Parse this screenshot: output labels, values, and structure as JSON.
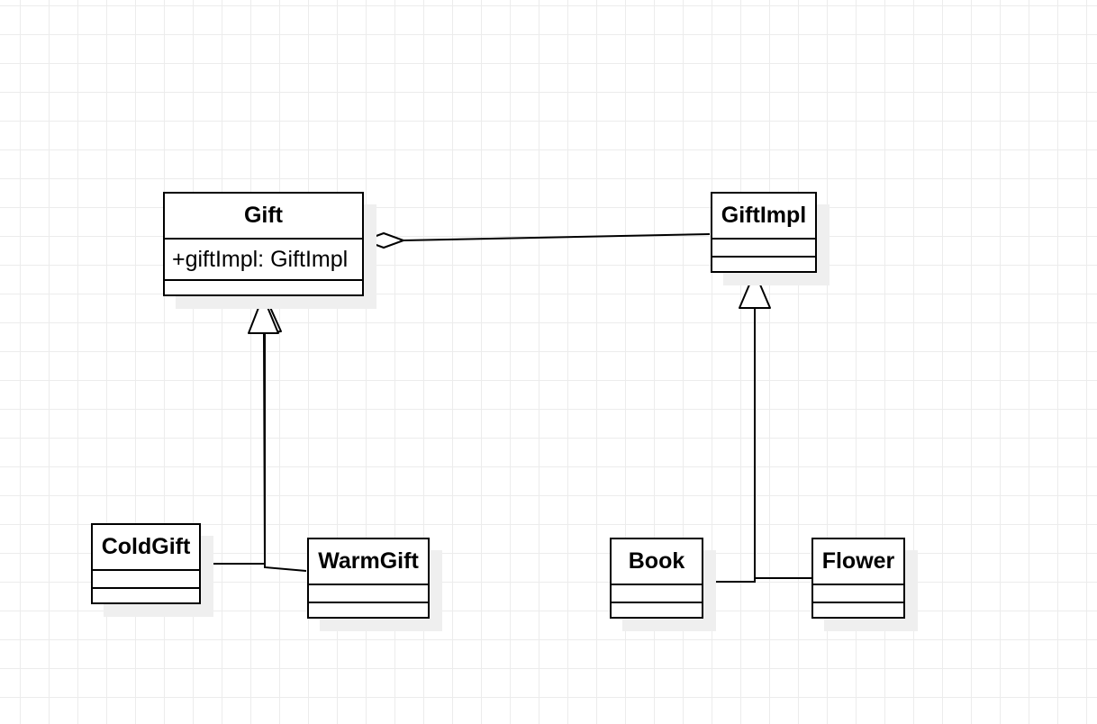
{
  "diagram": {
    "type": "uml-class-diagram",
    "classes": {
      "gift": {
        "name": "Gift",
        "attributes": [
          "+giftImpl: GiftImpl"
        ],
        "methods": []
      },
      "gift_impl": {
        "name": "GiftImpl",
        "attributes": [],
        "methods": []
      },
      "cold_gift": {
        "name": "ColdGift",
        "attributes": [],
        "methods": []
      },
      "warm_gift": {
        "name": "WarmGift",
        "attributes": [],
        "methods": []
      },
      "book": {
        "name": "Book",
        "attributes": [],
        "methods": []
      },
      "flower": {
        "name": "Flower",
        "attributes": [],
        "methods": []
      }
    },
    "relationships": [
      {
        "type": "aggregation",
        "whole": "Gift",
        "part": "GiftImpl"
      },
      {
        "type": "generalization",
        "child": "ColdGift",
        "parent": "Gift"
      },
      {
        "type": "generalization",
        "child": "WarmGift",
        "parent": "Gift"
      },
      {
        "type": "generalization",
        "child": "Book",
        "parent": "GiftImpl"
      },
      {
        "type": "generalization",
        "child": "Flower",
        "parent": "GiftImpl"
      }
    ]
  }
}
